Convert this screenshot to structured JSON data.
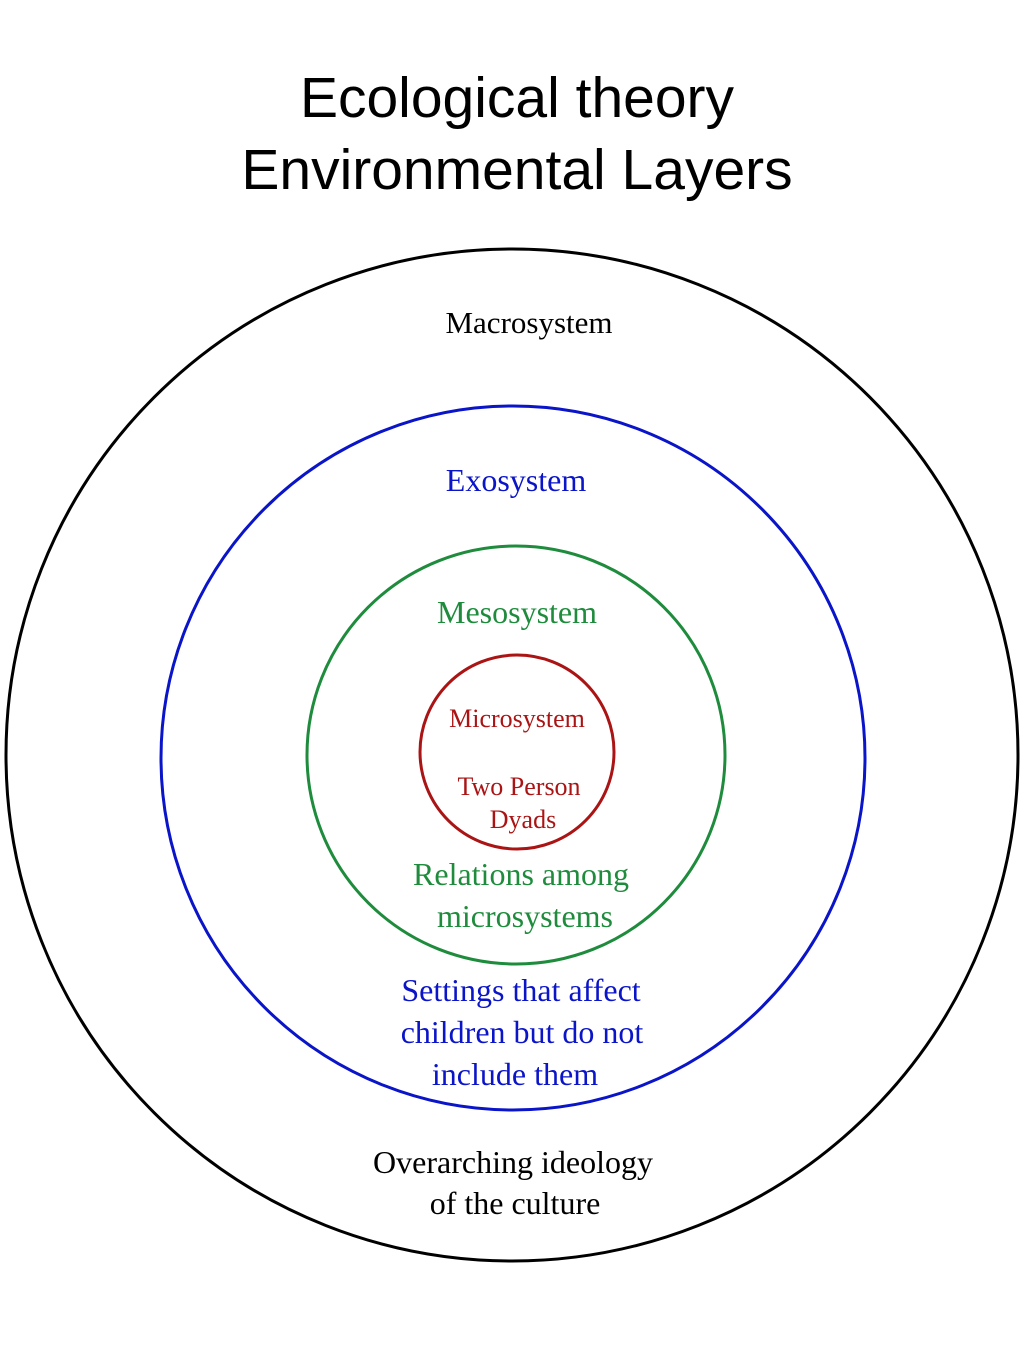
{
  "title": {
    "line1": "Ecological theory",
    "line2": "Environmental Layers"
  },
  "layers": {
    "macro": {
      "name": "Macrosystem",
      "description": [
        "Overarching ideology",
        "of the culture"
      ],
      "color": "#000000"
    },
    "exo": {
      "name": "Exosystem",
      "description": [
        "Settings that affect",
        "children but do not",
        "include them"
      ],
      "color": "#0a14c8"
    },
    "meso": {
      "name": "Mesosystem",
      "description": [
        "Relations among",
        "microsystems"
      ],
      "color": "#1e8c3c"
    },
    "micro": {
      "name": "Microsystem",
      "description": [
        "Two Person",
        "Dyads"
      ],
      "color": "#aa1414"
    }
  }
}
